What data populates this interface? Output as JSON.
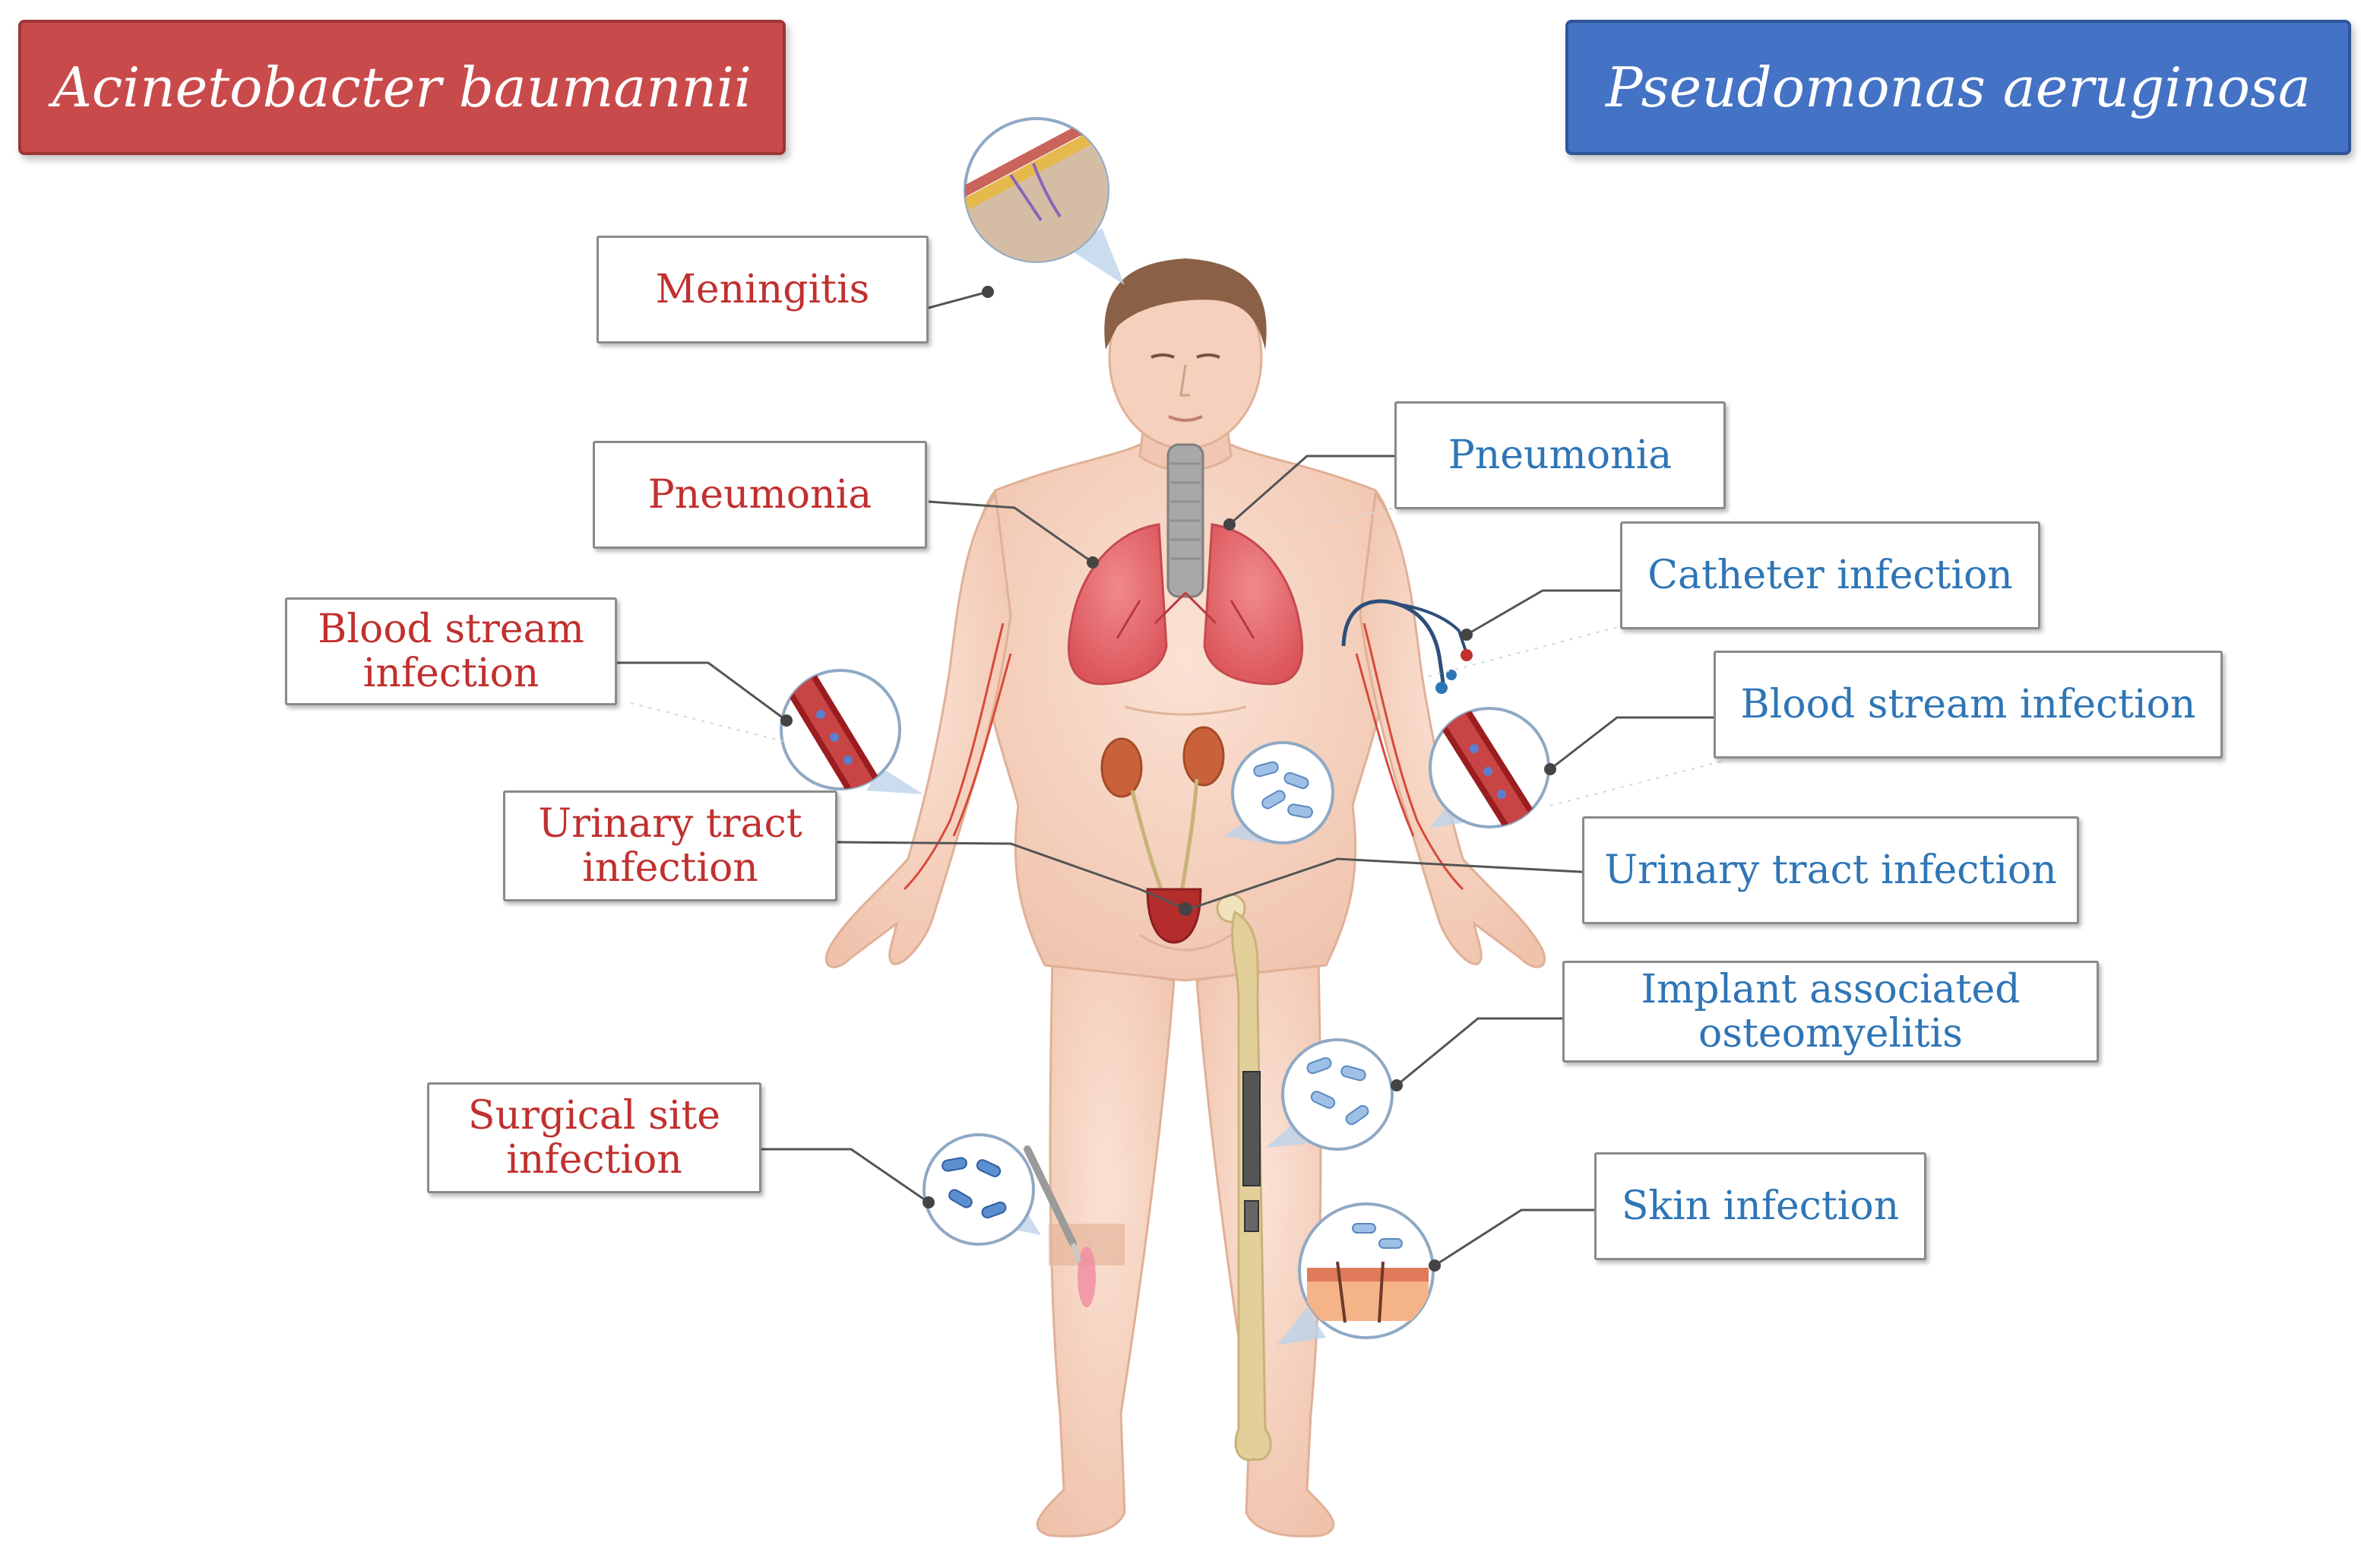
{
  "headers": {
    "left": {
      "text": "Acinetobacter baumannii",
      "color": "#c94a4b"
    },
    "right": {
      "text": "Pseudomonas aeruginosa",
      "color": "#4472c4"
    }
  },
  "acinetobacter_labels": {
    "meningitis": "Meningitis",
    "pneumonia": "Pneumonia",
    "blood_stream_line1": "Blood stream",
    "blood_stream_line2": "infection",
    "urinary_line1": "Urinary tract",
    "urinary_line2": "infection",
    "surgical_line1": "Surgical site",
    "surgical_line2": "infection"
  },
  "pseudomonas_labels": {
    "pneumonia": "Pneumonia",
    "catheter": "Catheter infection",
    "blood_stream": "Blood stream infection",
    "urinary": "Urinary tract infection",
    "implant_line1": "Implant associated",
    "implant_line2": "osteomyelitis",
    "skin": "Skin infection"
  },
  "colors": {
    "acinetobacter_text": "#c0302f",
    "pseudomonas_text": "#2e75b6",
    "skin": "#f7d3c0",
    "lungs": "#e5676c",
    "bone": "#e3cf9a"
  },
  "icons": [
    "brain-meninges-icon",
    "lungs-icon",
    "kidney-icon",
    "bladder-icon",
    "blood-vessel-icon",
    "bacteria-icon",
    "catheter-icon",
    "femur-implant-icon",
    "skin-layers-icon",
    "scalpel-icon"
  ]
}
